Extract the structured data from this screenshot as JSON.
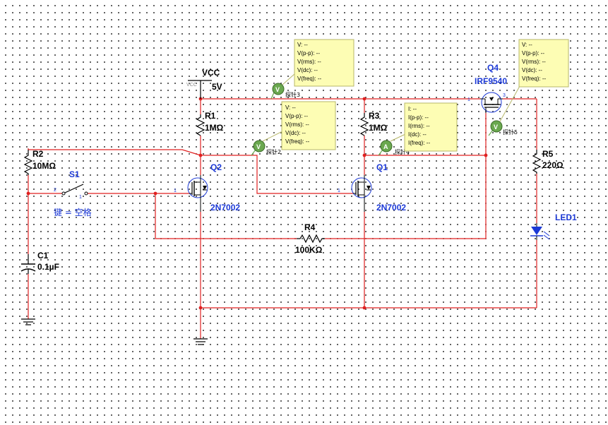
{
  "supply": {
    "name": "VCC",
    "value": "5V",
    "small_tag": "VCC"
  },
  "components": {
    "R1": {
      "ref": "R1",
      "value": "1MΩ"
    },
    "R2": {
      "ref": "R2",
      "value": "10MΩ"
    },
    "R3": {
      "ref": "R3",
      "value": "1MΩ"
    },
    "R4": {
      "ref": "R4",
      "value": "100KΩ"
    },
    "R5": {
      "ref": "R5",
      "value": "220Ω"
    },
    "C1": {
      "ref": "C1",
      "value": "0.1µF"
    },
    "S1": {
      "ref": "S1",
      "key_label": "键 = 空格"
    },
    "Q1": {
      "ref": "Q1",
      "model": "2N7002"
    },
    "Q2": {
      "ref": "Q2",
      "model": "2N7002"
    },
    "Q4": {
      "ref": "Q4",
      "model": "IRF9540"
    },
    "LED1": {
      "ref": "LED1"
    }
  },
  "pins": {
    "one": "1",
    "two": "2",
    "three": "3"
  },
  "probes": {
    "p2": {
      "tag": "探针2",
      "letter": "V",
      "lines": [
        "V: --",
        "V(p-p): --",
        "V(rms): --",
        "V(dc): --",
        "V(freq): --"
      ]
    },
    "p3": {
      "tag": "探针3",
      "letter": "V",
      "lines": [
        "V: --",
        "V(p-p): --",
        "V(rms): --",
        "V(dc): --",
        "V(freq): --"
      ]
    },
    "p4": {
      "tag": "探针4",
      "letter": "A",
      "lines": [
        "I: --",
        "I(p-p): --",
        "I(rms): --",
        "I(dc): --",
        "I(freq): --"
      ]
    },
    "p5": {
      "tag": "探针5",
      "letter": "V",
      "lines": [
        "V: --",
        "V(p-p): --",
        "V(rms): --",
        "V(dc): --",
        "V(freq): --"
      ]
    }
  },
  "colors": {
    "wire": "#e02020",
    "component": "#000000",
    "label_blue": "#1c39d6",
    "probe_green": "#6aa84f",
    "meter_bg": "#fdfdb4",
    "meter_border": "#b7b76a"
  }
}
